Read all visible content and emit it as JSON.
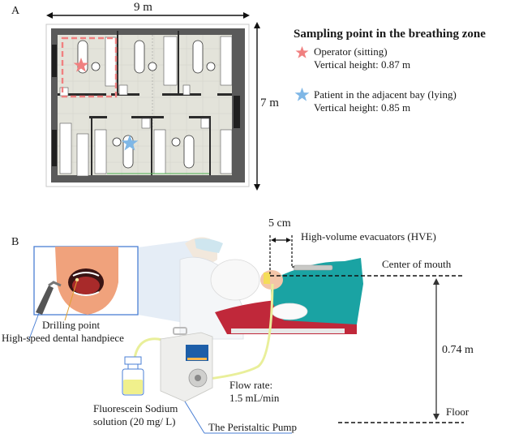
{
  "panel_a": {
    "label": "A",
    "width_label": "9 m",
    "height_label": "7 m",
    "legend": {
      "title": "Sampling point in the breathing zone",
      "items": [
        {
          "icon": "star-icon",
          "color": "#f08080",
          "name": "Operator (sitting)",
          "detail": "Vertical height: 0.87 m"
        },
        {
          "icon": "star-icon",
          "color": "#7fb7e6",
          "name": "Patient in the adjacent bay (lying)",
          "detail": "Vertical height: 0.85 m"
        }
      ]
    }
  },
  "panel_b": {
    "label": "B",
    "hve_distance": "5 cm",
    "hve_label": "High-volume evacuators (HVE)",
    "mouth_label": "Center of mouth",
    "height_label": "0.74 m",
    "floor_label": "Floor",
    "drilling_label": "Drilling point",
    "handpiece_label": "High-speed dental handpiece",
    "flow_rate_label": "Flow rate:",
    "flow_rate_value": "1.5 mL/min",
    "solution_label_1": "Fluorescein Sodium",
    "solution_label_2": "solution (20 mg/ L)",
    "pump_label": "The Peristaltic Pump"
  },
  "colors": {
    "operator_star": "#f08080",
    "patient_star": "#7fb7e6",
    "callout_line": "#4a7fd4",
    "teal_drape": "#1aa3a3",
    "chair_red": "#c0283a"
  }
}
